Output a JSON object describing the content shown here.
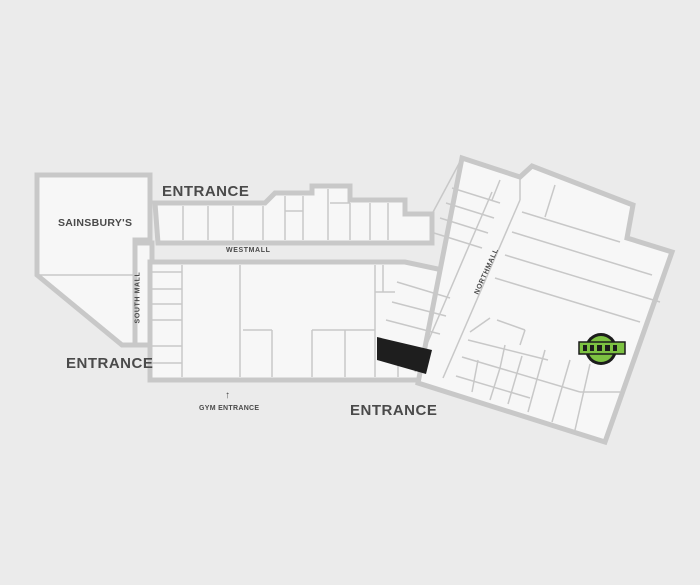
{
  "entrances": {
    "north": "ENTRANCE",
    "west": "ENTRANCE",
    "south": "ENTRANCE"
  },
  "stores": {
    "anchor": "SAINSBURY'S",
    "highlighted_color": "#1e1e1e",
    "logo_color": "#7dc242"
  },
  "malls": {
    "west": "WESTMALL",
    "south": "SOUTH MALL",
    "north": "NORTHMALL"
  },
  "gym": {
    "label": "GYM ENTRANCE",
    "arrow": "↑"
  },
  "colors": {
    "background": "#ebebeb",
    "wall": "#c8c8c8",
    "unit_fill": "#f7f7f7",
    "text": "#4a4a4a"
  }
}
